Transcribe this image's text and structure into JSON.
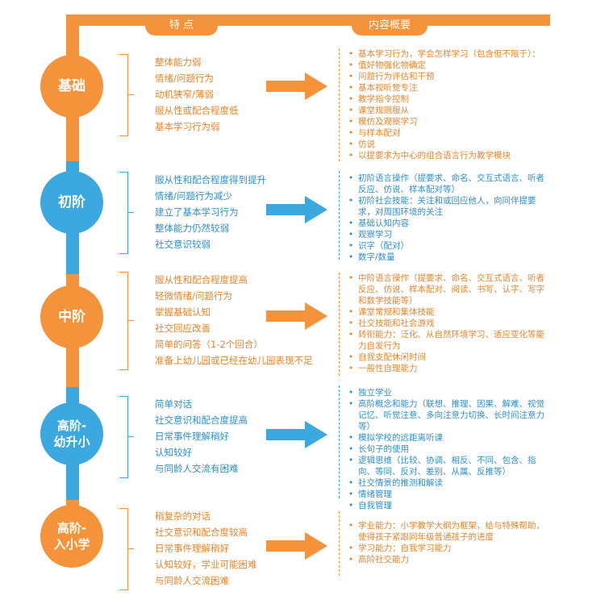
{
  "colors": {
    "orange": "#f5933a",
    "blue": "#3ba8df",
    "orange_text": "#e8852b",
    "blue_text": "#2f8fcf"
  },
  "headers": {
    "features": "特 点",
    "overview": "内容概要"
  },
  "stages": [
    {
      "name": "基础",
      "color": "orange",
      "features": [
        "整体能力弱",
        "情绪/问题行为",
        "动机狭窄/薄弱",
        "服从性或配合程度低",
        "基本学习行为弱"
      ],
      "content": [
        "基本学习行为，学会怎样学习（包含但不限于）：",
        "值好物强化物确定",
        "问题行为评估和干预",
        "基本视听觉专注",
        "教学指令控制",
        "课堂规则服从",
        "模仿及观察学习",
        "与样本配对",
        "仿说",
        "以提要求为中心的组合语言行为教学模块"
      ]
    },
    {
      "name": "初阶",
      "color": "blue",
      "features": [
        "服从性和配合程度得到提升",
        "情绪/问题行为减少",
        "建立了基本学习行为",
        "整体能力仍然较弱",
        "社交意识较弱"
      ],
      "content": [
        "初阶语言操作（提要求、命名、交互式语言、听者反应、仿说、样本配对等）",
        "初阶社会技能：关注和或回应他人，向同伴提要求，对周围环境的关注",
        "基础认知内容",
        "观察学习",
        "识字（配对）",
        "数字/数量"
      ]
    },
    {
      "name": "中阶",
      "color": "orange",
      "features": [
        "服从性和配合程度提高",
        "轻微情绪/问题行为",
        "掌握基础认知",
        "社交回应改善",
        "简单的问答（1-2个回合）",
        "准备上幼儿园或已经在幼儿园表现不足"
      ],
      "content": [
        "中阶语言操作（提要求、命名、交互式语言、听者反应、仿说、样本配对、阅读、书写、认字、写字和数学技能等）",
        "课堂常规和集体技能",
        "社交技能和社会游戏",
        "转衔能力：泛化、从自然环境学习、适应变化等能力自发行为",
        "自我支配休闲时间",
        "一般性自理能力"
      ]
    },
    {
      "name": "高阶-\n幼升小",
      "color": "blue",
      "features": [
        "简单对话",
        "社交意识和配合度提高",
        "日常事件理解稍好",
        "认知较好",
        "与同龄人交流有困难"
      ],
      "content": [
        "独立学业",
        "高阶概念和能力（联想、推理、因果、解难、视觉记忆、听觉注意、多向注意力切换、长时间注意力等）",
        "模拟学校的远距离听课",
        "长句子的使用",
        "逻辑思维（比较、协调、相反、不同、包含、指向、等同、反对、差别、从属、反推等）",
        "社交情景的推测和解读",
        "情绪管理",
        "自我管理"
      ]
    },
    {
      "name": "高阶-\n入小学",
      "color": "orange",
      "features": [
        "稍复杂的对话",
        "社交意识和配合度较高",
        "日常事件理解稍好",
        "认知较好，学业可能困难",
        "与同龄人交流困难"
      ],
      "content": [
        "学业能力：小学教学大纲为框架，给与特殊帮助，使得孩子紧跟同年级普通孩子的进度",
        "学习能力：自我学习能力",
        "高阶社交能力"
      ]
    }
  ]
}
